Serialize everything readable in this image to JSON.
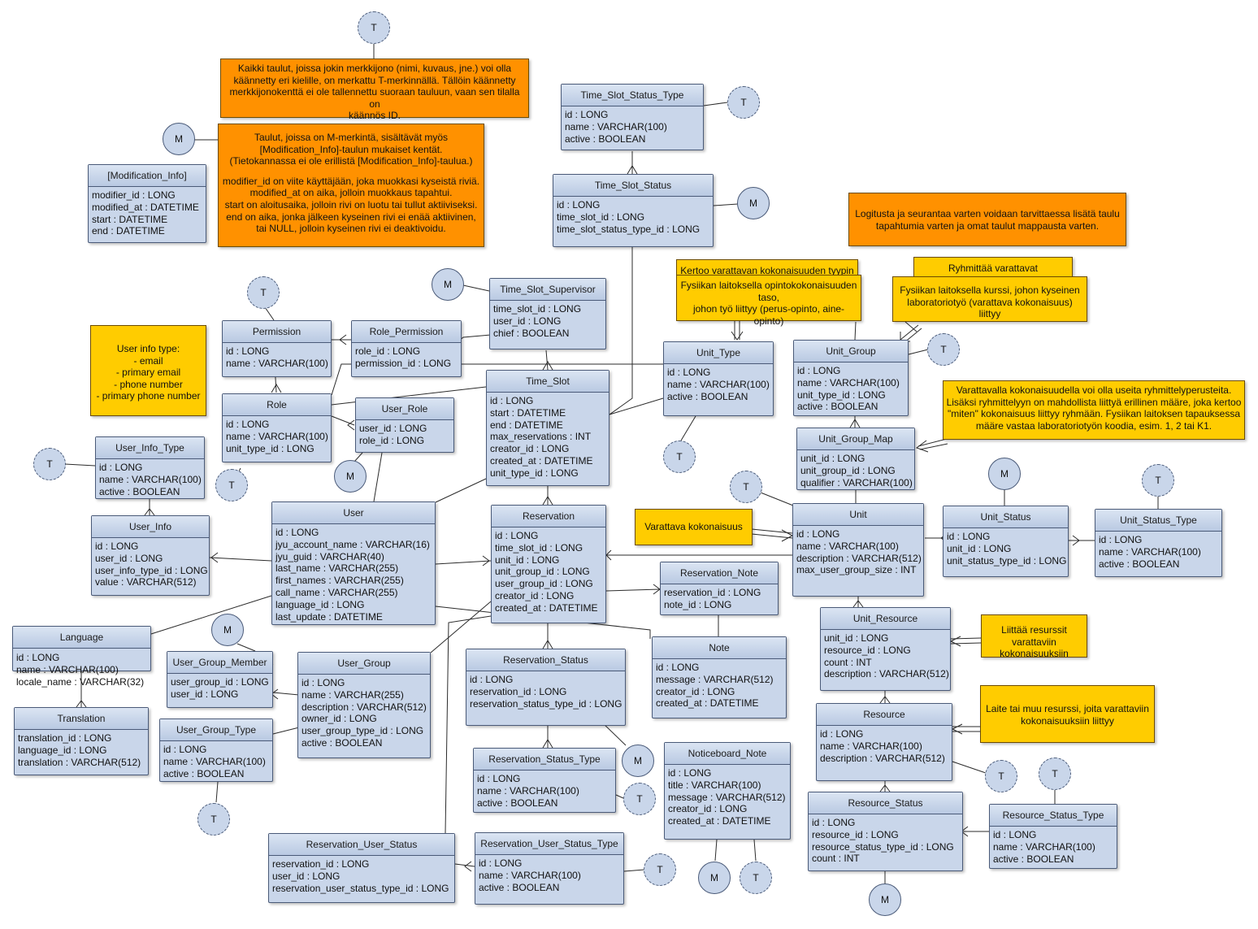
{
  "entities": [
    {
      "id": "time_slot_status_type",
      "name": "Time_Slot_Status_Type",
      "attrs": [
        "id : LONG",
        "name : VARCHAR(100)",
        "active : BOOLEAN"
      ]
    },
    {
      "id": "time_slot_status",
      "name": "Time_Slot_Status",
      "attrs": [
        "id : LONG",
        "time_slot_id : LONG",
        "time_slot_status_type_id : LONG"
      ]
    },
    {
      "id": "modification_info",
      "name": "[Modification_Info]",
      "attrs": [
        "modifier_id : LONG",
        "modified_at : DATETIME",
        "start : DATETIME",
        "end : DATETIME"
      ]
    },
    {
      "id": "time_slot_supervisor",
      "name": "Time_Slot_Supervisor",
      "attrs": [
        "time_slot_id : LONG",
        "user_id : LONG",
        "chief : BOOLEAN"
      ]
    },
    {
      "id": "permission",
      "name": "Permission",
      "attrs": [
        "id : LONG",
        "name : VARCHAR(100)"
      ]
    },
    {
      "id": "role_permission",
      "name": "Role_Permission",
      "attrs": [
        "role_id : LONG",
        "permission_id : LONG"
      ]
    },
    {
      "id": "role",
      "name": "Role",
      "attrs": [
        "id : LONG",
        "name : VARCHAR(100)",
        "unit_type_id : LONG"
      ]
    },
    {
      "id": "user_role",
      "name": "User_Role",
      "attrs": [
        "user_id : LONG",
        "role_id : LONG"
      ]
    },
    {
      "id": "time_slot",
      "name": "Time_Slot",
      "attrs": [
        "id : LONG",
        "start : DATETIME",
        "end : DATETIME",
        "max_reservations : INT",
        "creator_id : LONG",
        "created_at : DATETIME",
        "unit_type_id : LONG"
      ]
    },
    {
      "id": "unit_type",
      "name": "Unit_Type",
      "attrs": [
        "id : LONG",
        "name : VARCHAR(100)",
        "active : BOOLEAN"
      ]
    },
    {
      "id": "unit_group",
      "name": "Unit_Group",
      "attrs": [
        "id : LONG",
        "name : VARCHAR(100)",
        "unit_type_id : LONG",
        "active : BOOLEAN"
      ]
    },
    {
      "id": "user_info_type",
      "name": "User_Info_Type",
      "attrs": [
        "id : LONG",
        "name : VARCHAR(100)",
        "active : BOOLEAN"
      ]
    },
    {
      "id": "unit_group_map",
      "name": "Unit_Group_Map",
      "attrs": [
        "unit_id : LONG",
        "unit_group_id : LONG",
        "qualifier : VARCHAR(100)"
      ]
    },
    {
      "id": "user_info",
      "name": "User_Info",
      "attrs": [
        "id : LONG",
        "user_id : LONG",
        "user_info_type_id : LONG",
        "value : VARCHAR(512)"
      ]
    },
    {
      "id": "user",
      "name": "User",
      "attrs": [
        "id : LONG",
        "jyu_account_name : VARCHAR(16)",
        "jyu_guid : VARCHAR(40)",
        "last_name : VARCHAR(255)",
        "first_names : VARCHAR(255)",
        "call_name : VARCHAR(255)",
        "language_id : LONG",
        "last_update : DATETIME"
      ]
    },
    {
      "id": "reservation",
      "name": "Reservation",
      "attrs": [
        "id : LONG",
        "time_slot_id : LONG",
        "unit_id : LONG",
        "unit_group_id : LONG",
        "user_group_id : LONG",
        "creator_id : LONG",
        "created_at : DATETIME"
      ]
    },
    {
      "id": "unit",
      "name": "Unit",
      "attrs": [
        "id : LONG",
        "name : VARCHAR(100)",
        "description : VARCHAR(512)",
        "max_user_group_size : INT"
      ]
    },
    {
      "id": "unit_status",
      "name": "Unit_Status",
      "attrs": [
        "id : LONG",
        "unit_id : LONG",
        "unit_status_type_id : LONG"
      ]
    },
    {
      "id": "unit_status_type",
      "name": "Unit_Status_Type",
      "attrs": [
        "id : LONG",
        "name : VARCHAR(100)",
        "active : BOOLEAN"
      ]
    },
    {
      "id": "reservation_note",
      "name": "Reservation_Note",
      "attrs": [
        "reservation_id : LONG",
        "note_id : LONG"
      ]
    },
    {
      "id": "unit_resource",
      "name": "Unit_Resource",
      "attrs": [
        "unit_id : LONG",
        "resource_id : LONG",
        "count : INT",
        "description : VARCHAR(512)"
      ]
    },
    {
      "id": "language",
      "name": "Language",
      "attrs": [
        "id : LONG",
        "name : VARCHAR(100)",
        "locale_name : VARCHAR(32)"
      ]
    },
    {
      "id": "user_group_member",
      "name": "User_Group_Member",
      "attrs": [
        "user_group_id : LONG",
        "user_id : LONG"
      ]
    },
    {
      "id": "user_group",
      "name": "User_Group",
      "attrs": [
        "id : LONG",
        "name : VARCHAR(255)",
        "description : VARCHAR(512)",
        "owner_id : LONG",
        "user_group_type_id : LONG",
        "active : BOOLEAN"
      ]
    },
    {
      "id": "note",
      "name": "Note",
      "attrs": [
        "id : LONG",
        "message : VARCHAR(512)",
        "creator_id : LONG",
        "created_at : DATETIME"
      ]
    },
    {
      "id": "reservation_status",
      "name": "Reservation_Status",
      "attrs": [
        "id : LONG",
        "reservation_id : LONG",
        "reservation_status_type_id : LONG"
      ]
    },
    {
      "id": "resource",
      "name": "Resource",
      "attrs": [
        "id : LONG",
        "name : VARCHAR(100)",
        "description : VARCHAR(512)"
      ]
    },
    {
      "id": "translation",
      "name": "Translation",
      "attrs": [
        "translation_id : LONG",
        "language_id : LONG",
        "translation : VARCHAR(512)"
      ]
    },
    {
      "id": "user_group_type",
      "name": "User_Group_Type",
      "attrs": [
        "id : LONG",
        "name : VARCHAR(100)",
        "active : BOOLEAN"
      ]
    },
    {
      "id": "noticeboard_note",
      "name": "Noticeboard_Note",
      "attrs": [
        "id : LONG",
        "title : VARCHAR(100)",
        "message : VARCHAR(512)",
        "creator_id : LONG",
        "created_at : DATETIME"
      ]
    },
    {
      "id": "reservation_status_type",
      "name": "Reservation_Status_Type",
      "attrs": [
        "id : LONG",
        "name : VARCHAR(100)",
        "active : BOOLEAN"
      ]
    },
    {
      "id": "resource_status",
      "name": "Resource_Status",
      "attrs": [
        "id : LONG",
        "resource_id : LONG",
        "resource_status_type_id : LONG",
        "count : INT"
      ]
    },
    {
      "id": "resource_status_type",
      "name": "Resource_Status_Type",
      "attrs": [
        "id : LONG",
        "name : VARCHAR(100)",
        "active : BOOLEAN"
      ]
    },
    {
      "id": "reservation_user_status",
      "name": "Reservation_User_Status",
      "attrs": [
        "reservation_id : LONG",
        "user_id : LONG",
        "reservation_user_status_type_id : LONG"
      ]
    },
    {
      "id": "reservation_user_status_type",
      "name": "Reservation_User_Status_Type",
      "attrs": [
        "id : LONG",
        "name : VARCHAR(100)",
        "active : BOOLEAN"
      ]
    }
  ],
  "notes": [
    {
      "id": "note_translations",
      "lines": [
        "Kaikki taulut, joissa jokin merkkijono (nimi, kuvaus, jne.) voi olla",
        "käännetty eri kielille, on merkattu T-merkinnällä. Tällöin käännetty",
        "merkkijonokenttä ei ole tallennettu suoraan tauluun, vaan sen tilalla on",
        "käännös ID."
      ]
    },
    {
      "id": "note_modification",
      "lines": [
        "Taulut, joissa on M-merkintä, sisältävät myös",
        "[Modification_Info]-taulun mukaiset kentät.",
        "(Tietokannassa ei ole erillistä [Modification_Info]-taulua.)",
        "",
        "modifier_id on viite käyttäjään, joka muokkasi kyseistä riviä.",
        "modified_at on aika, jolloin muokkaus tapahtui.",
        "start on aloitusaika, jolloin rivi on luotu tai tullut aktiiviseksi.",
        "end on aika, jonka jälkeen kyseinen rivi ei enää aktiivinen,",
        "tai NULL, jolloin kyseinen rivi ei deaktivoidu."
      ]
    },
    {
      "id": "note_logging",
      "lines": [
        "Logitusta ja seurantaa varten voidaan tarvittaessa lisätä taulu",
        "tapahtumia varten ja omat taulut mappausta varten."
      ]
    },
    {
      "id": "note_unit_type_title",
      "lines": [
        "Kertoo varattavan kokonaisuuden tyypin"
      ]
    },
    {
      "id": "note_unit_type",
      "lines": [
        "Fysiikan laitoksella opintokokonaisuuden taso,",
        "johon työ liittyy (perus-opinto, aine-opinto)"
      ]
    },
    {
      "id": "note_unit_group_title",
      "lines": [
        "Ryhmittää varattavat kokonaisuudet"
      ]
    },
    {
      "id": "note_unit_group",
      "lines": [
        "Fysiikan laitoksella kurssi, johon kyseinen",
        "laboratoriotyö (varattava kokonaisuus) liittyy"
      ]
    },
    {
      "id": "note_user_info_type",
      "lines": [
        "User info type:",
        "- email",
        "- primary email",
        "- phone number",
        "- primary phone number"
      ]
    },
    {
      "id": "note_unit_group_map",
      "lines": [
        "Varattavalla kokonaisuudella voi olla useita ryhmittelyperusteita.",
        "Lisäksi ryhmittelyyn on mahdollista liittyä erillinen määre, joka kertoo",
        "\"miten\" kokonaisuus liittyy ryhmään. Fysiikan laitoksen tapauksessa",
        "määre vastaa laboratoriotyön koodia, esim. 1, 2 tai K1."
      ]
    },
    {
      "id": "note_unit",
      "lines": [
        "Varattava kokonaisuus"
      ]
    },
    {
      "id": "note_unit_resource",
      "lines": [
        "Liittää resurssit varattaviin",
        "kokonaisuuksiin"
      ]
    },
    {
      "id": "note_resource",
      "lines": [
        "Laite tai muu resurssi, joita varattaviin",
        "kokonaisuuksiin liittyy"
      ]
    }
  ],
  "markers": [
    {
      "id": "m_t_top",
      "label": "T"
    },
    {
      "id": "m_m_modinfo",
      "label": "M"
    },
    {
      "id": "m_t_tsst",
      "label": "T"
    },
    {
      "id": "m_m_tss",
      "label": "M"
    },
    {
      "id": "m_m_tssup",
      "label": "M"
    },
    {
      "id": "m_t_perm",
      "label": "T"
    },
    {
      "id": "m_t_ug",
      "label": "T"
    },
    {
      "id": "m_t_uit",
      "label": "T"
    },
    {
      "id": "m_t_role",
      "label": "T"
    },
    {
      "id": "m_m_urole",
      "label": "M"
    },
    {
      "id": "m_t_ut",
      "label": "T"
    },
    {
      "id": "m_t_unit",
      "label": "T"
    },
    {
      "id": "m_m_ustatus",
      "label": "M"
    },
    {
      "id": "m_t_ustype",
      "label": "T"
    },
    {
      "id": "m_m_ugm",
      "label": "M"
    },
    {
      "id": "m_m_rstatus",
      "label": "M"
    },
    {
      "id": "m_t_rst",
      "label": "T"
    },
    {
      "id": "m_t_ugt",
      "label": "T"
    },
    {
      "id": "m_t_res",
      "label": "T"
    },
    {
      "id": "m_t_rstype",
      "label": "T"
    },
    {
      "id": "m_t_rust",
      "label": "T"
    },
    {
      "id": "m_m_nbn",
      "label": "M"
    },
    {
      "id": "m_t_nbn",
      "label": "T"
    },
    {
      "id": "m_m_resstatus",
      "label": "M"
    }
  ]
}
